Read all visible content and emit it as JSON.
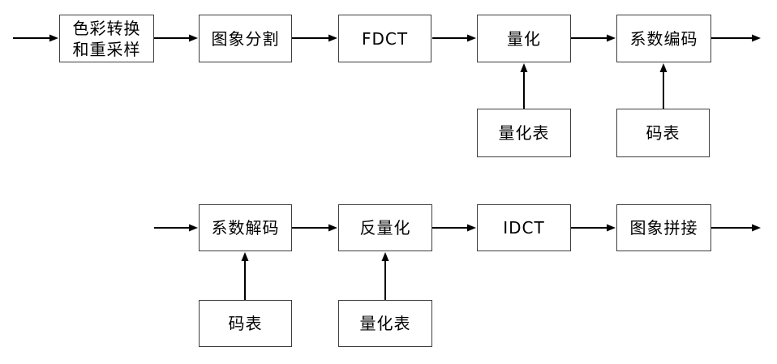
{
  "colors": {
    "background": "#ffffff",
    "box_border": "#3e3e3e",
    "line": "#000000",
    "text": "#000000"
  },
  "encoder": {
    "stages": [
      {
        "label": "色彩转换\n和重采样"
      },
      {
        "label": "图象分割"
      },
      {
        "label": "FDCT"
      },
      {
        "label": "量化"
      },
      {
        "label": "系数编码"
      }
    ],
    "tables": [
      {
        "label": "量化表"
      },
      {
        "label": "码表"
      }
    ]
  },
  "decoder": {
    "stages": [
      {
        "label": "系数解码"
      },
      {
        "label": "反量化"
      },
      {
        "label": "IDCT"
      },
      {
        "label": "图象拼接"
      }
    ],
    "tables": [
      {
        "label": "码表"
      },
      {
        "label": "量化表"
      }
    ]
  }
}
